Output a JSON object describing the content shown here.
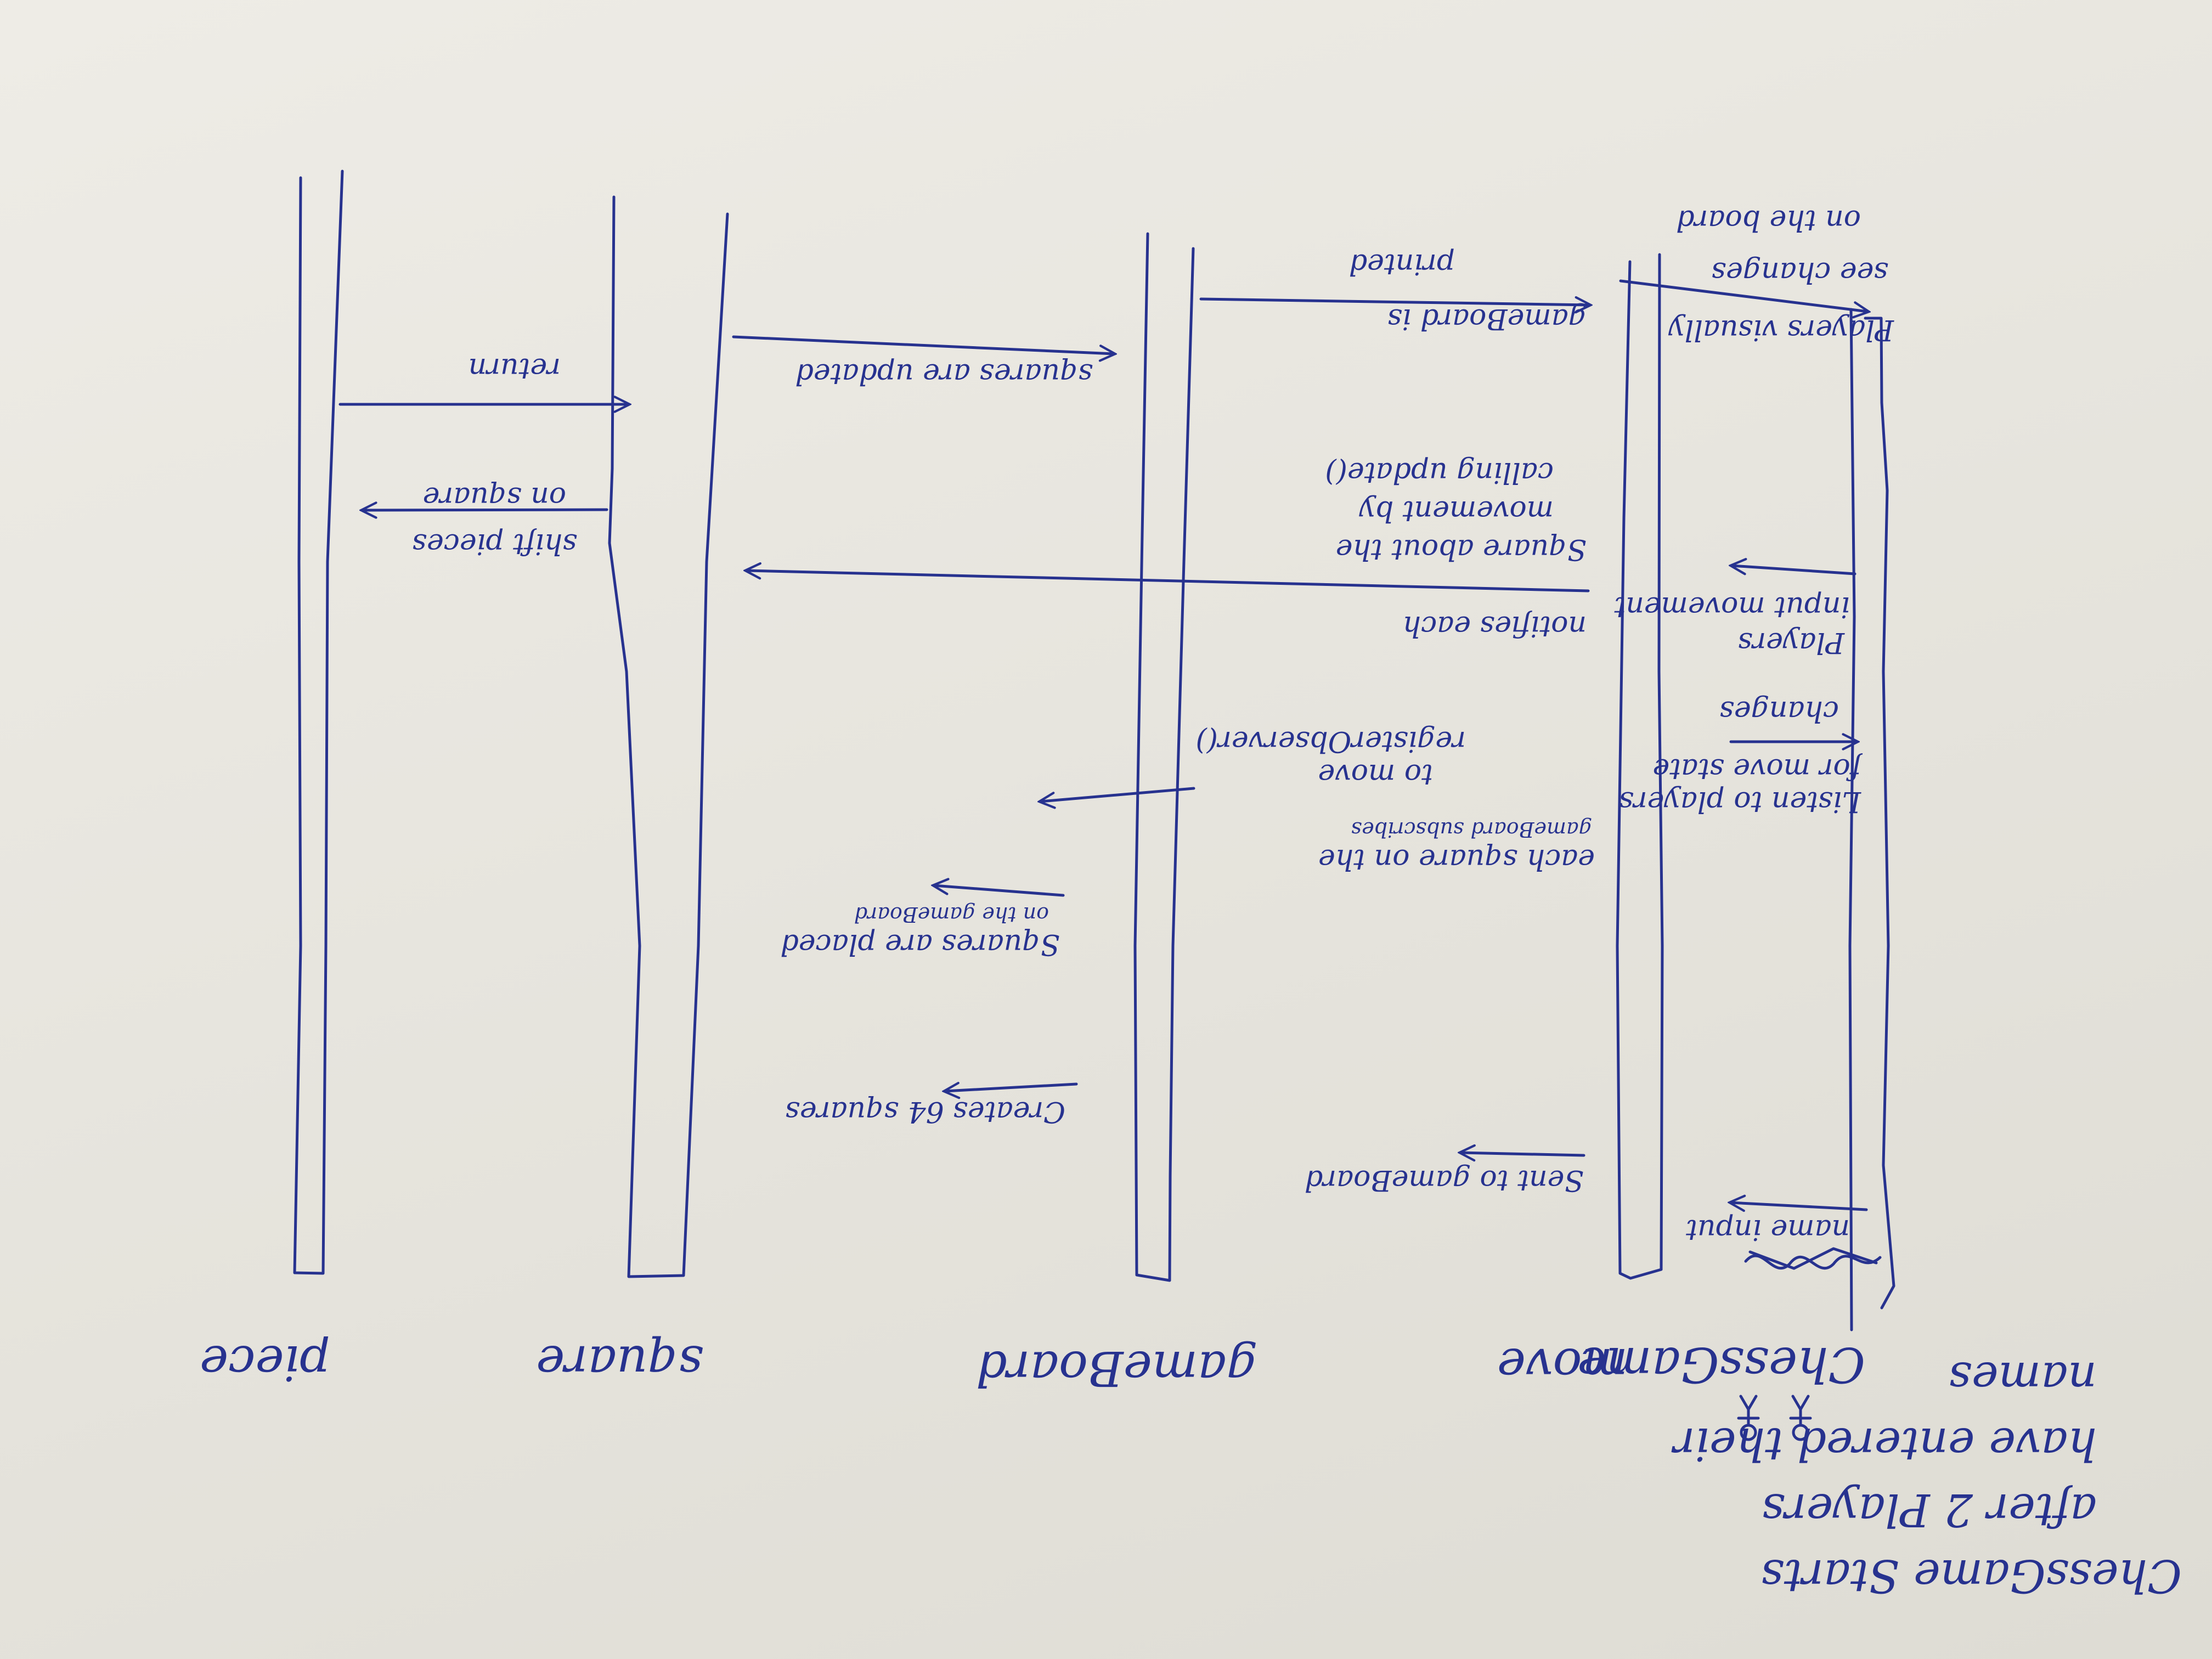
{
  "lifelines": [
    {
      "id": "chessgame",
      "label": "ChessGame"
    },
    {
      "id": "move",
      "label": "move"
    },
    {
      "id": "gameboard",
      "label": "gameBoard"
    },
    {
      "id": "square",
      "label": "square"
    },
    {
      "id": "piece",
      "label": "piece"
    }
  ],
  "note_lines": [
    "ChessGame Starts",
    "after 2 Players",
    "have entered their",
    "names"
  ],
  "messages": [
    {
      "lines": [
        "name input"
      ]
    },
    {
      "lines": [
        "Sent to gameBoard"
      ]
    },
    {
      "lines": [
        "Creates 64 squares"
      ]
    },
    {
      "lines": [
        "Squares are placed",
        "on the gameBoard"
      ]
    },
    {
      "lines": [
        "Listen to players",
        "for move state",
        "changes"
      ]
    },
    {
      "lines": [
        "each square on the",
        "gameBoard subscribes",
        "to move",
        "registerObserver()"
      ]
    },
    {
      "lines": [
        "Players",
        "input movement"
      ]
    },
    {
      "lines": [
        "notifies each",
        "Square about the",
        "movement by",
        "calling update()"
      ]
    },
    {
      "lines": [
        "shift pieces",
        "on square"
      ]
    },
    {
      "lines": [
        "return"
      ]
    },
    {
      "lines": [
        "squares are updated"
      ]
    },
    {
      "lines": [
        "gameBoard is",
        "printed"
      ]
    },
    {
      "lines": [
        "Players visually",
        "see changes",
        "on the board"
      ]
    }
  ]
}
